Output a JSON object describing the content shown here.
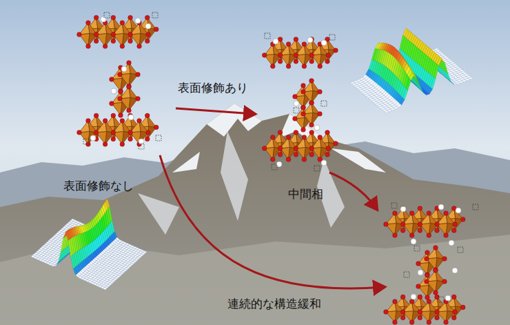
{
  "diagram": {
    "labels": [
      "表面修飾あり",
      "表面修飾なし",
      "中間相",
      "連続的な構造緩和"
    ]
  }
}
